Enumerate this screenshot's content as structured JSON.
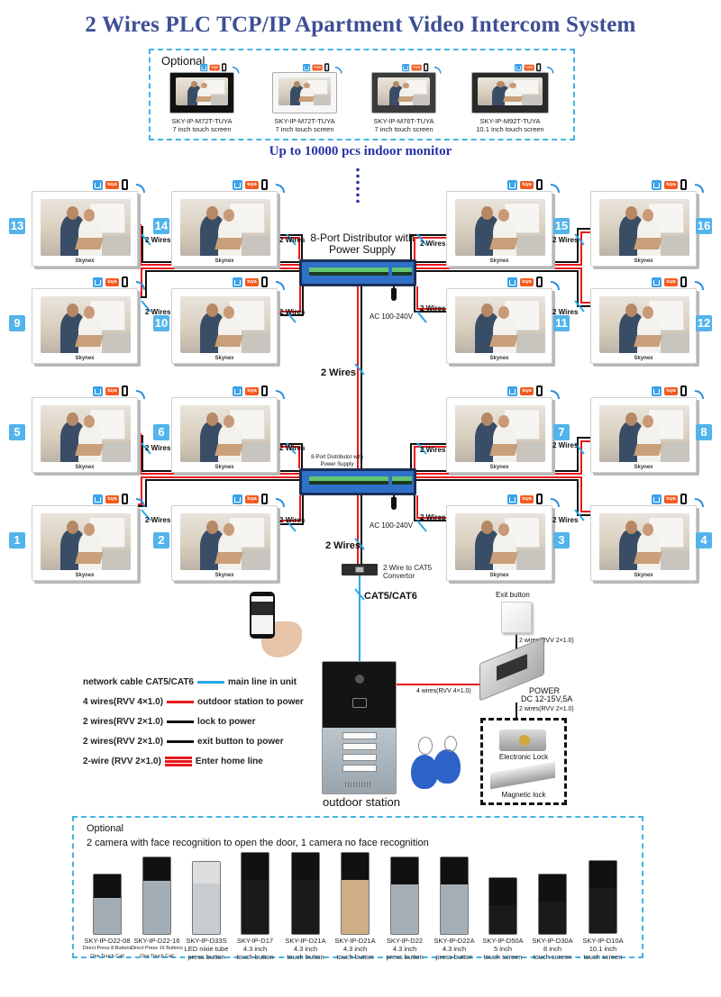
{
  "title": "2 Wires  PLC TCP/IP Apartment Video Intercom System",
  "top_optional": {
    "label": "Optional",
    "monitors": [
      {
        "model": "SKY-IP-M72T-TUYA",
        "desc": "7 inch touch screen",
        "frame": "black"
      },
      {
        "model": "SKY-IP-M72T-TUYA",
        "desc": "7 inch touch screen",
        "frame": "white"
      },
      {
        "model": "SKY-IP-M76T-TUYA",
        "desc": "7 inch touch screen",
        "frame": "gray"
      },
      {
        "model": "SKY-IP-M92T-TUYA",
        "desc": "10.1 inch touch screen",
        "frame": "dark"
      }
    ]
  },
  "capacity_text": "Up to 10000 pcs indoor monitor",
  "monitor_brand": "Skynex",
  "badges": {
    "tuya": "tuya"
  },
  "units": [
    "13",
    "14",
    "15",
    "16",
    "9",
    "10",
    "11",
    "12",
    "5",
    "6",
    "7",
    "8",
    "1",
    "2",
    "3",
    "4"
  ],
  "wire_label": "2 Wires",
  "distributor_1": {
    "label": "8-Port Distributor with Power Supply",
    "power": "AC 100-240V"
  },
  "distributor_2": {
    "label": "8-Port Distributor with Power Supply",
    "power": "AC 100-240V"
  },
  "trunk_labels": [
    "2 Wires",
    "2 Wires"
  ],
  "convertor_label": "2 Wire to CAT5 Convertor",
  "cat_label": "CAT5/CAT6",
  "exit_button_label": "Exit button",
  "power_supply": {
    "title": "POWER",
    "spec": "DC 12-15V,5A"
  },
  "wire_exit_power": "2 wires(RVV 2×1.0)",
  "wire_power_lock": "2 wires(RVV 2×1.0)",
  "wire_outdoor_power": "4 wires(RVV 4×1.0)",
  "electronic_lock": "Electronic Lock",
  "magnetic_lock": "Magnetic lock",
  "outdoor_station": "outdoor station",
  "legend": [
    {
      "left": "network cable CAT5/CAT6",
      "right": "main line in unit",
      "color": "#29a8e8"
    },
    {
      "left": "4 wires(RVV 4×1.0)",
      "right": "outdoor station to power",
      "color": "#e8181c"
    },
    {
      "left": "2 wires(RVV 2×1.0)",
      "right": "lock to power",
      "color": "#111111"
    },
    {
      "left": "2 wires(RVV 2×1.0)",
      "right": "exit button to power",
      "color": "#111111"
    },
    {
      "left": "2-wire (RVV 2×1.0)",
      "right": "Enter home line",
      "color": "#e8181c"
    }
  ],
  "bottom_optional": {
    "label": "Optional",
    "subtitle": "2 camera with face recognition to open the door, 1 camera no face recognition",
    "stations": [
      {
        "model": "SKY-IP-D22-08",
        "line1": "Direct Press 8 Buttons",
        "line2": "One Touch Call"
      },
      {
        "model": "SKY-IP-D22-16",
        "line1": "Direct Press 16 Buttons",
        "line2": "One Touch Call"
      },
      {
        "model": "SKY-IP-D33S",
        "line1": "LED nixie tube",
        "line2": "press button"
      },
      {
        "model": "SKY-IP-D17",
        "line1": "4.3 inch",
        "line2": "touch button"
      },
      {
        "model": "SKY-IP-D21A",
        "line1": "4.3 inch",
        "line2": "touch button"
      },
      {
        "model": "SKY-IP-D21A",
        "line1": "4.3 inch",
        "line2": "touch button"
      },
      {
        "model": "SKY-IP-D22",
        "line1": "4.3 inch",
        "line2": "press button"
      },
      {
        "model": "SKY-IP-D22A",
        "line1": "4.3 inch",
        "line2": "press button"
      },
      {
        "model": "SKY-IP-D50A",
        "line1": "5 inch",
        "line2": "touch screen"
      },
      {
        "model": "SKY-IP-D30A",
        "line1": "8 inch",
        "line2": "touch screen"
      },
      {
        "model": "SKY-IP-D10A",
        "line1": "10.1 inch",
        "line2": "touch screen"
      }
    ]
  },
  "colors": {
    "title": "#3d4f94",
    "accent_blue": "#29a8e8",
    "wire_red": "#e8181c",
    "wire_black": "#111111",
    "number_badge": "#52b4ea"
  }
}
